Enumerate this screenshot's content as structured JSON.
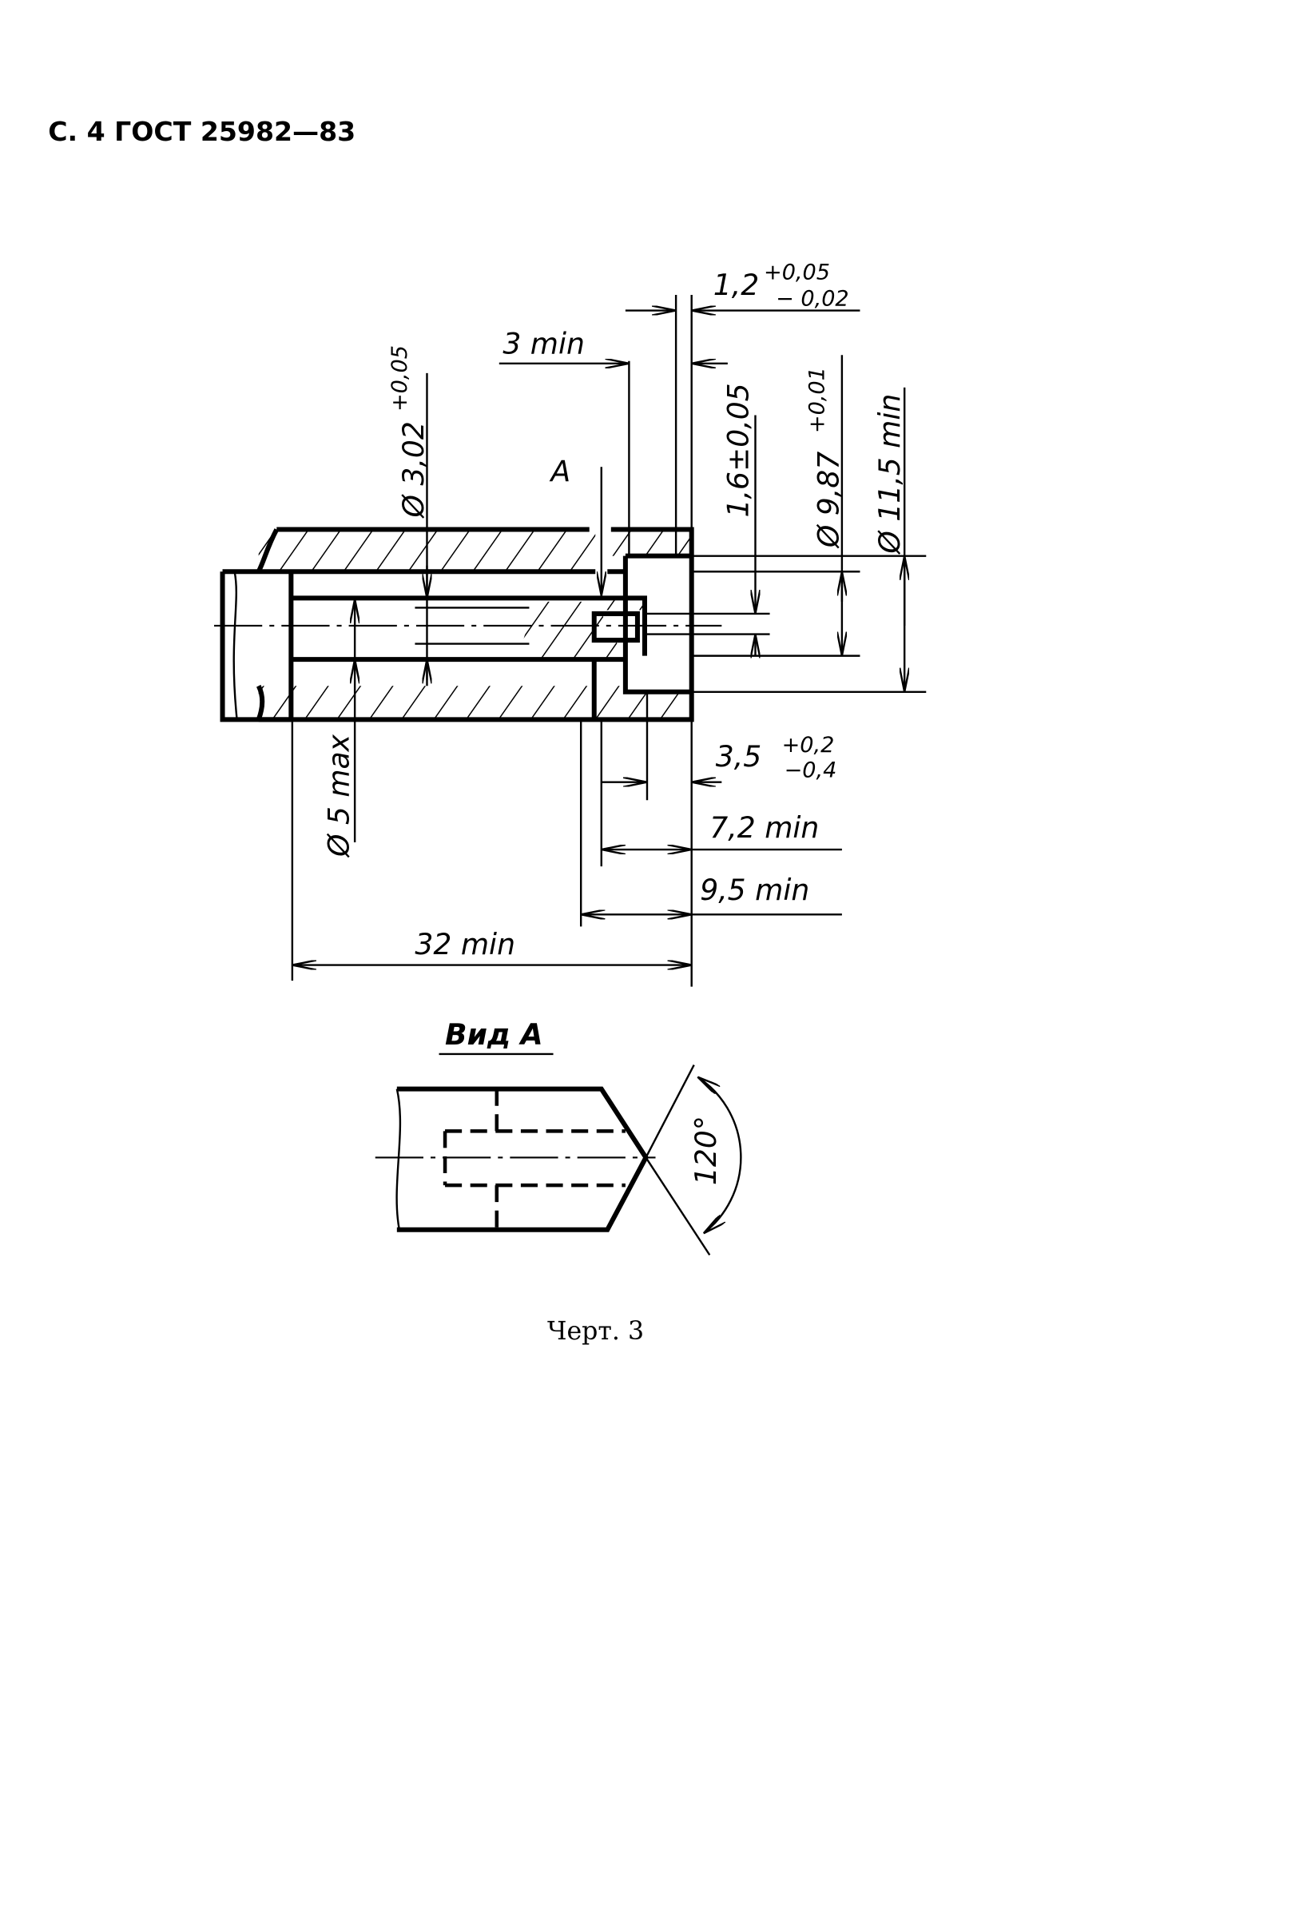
{
  "header": {
    "text": "С. 4 ГОСТ 25982—83"
  },
  "section_view": {
    "label_a": "А",
    "dimensions": {
      "d_3_02": {
        "value": "Ø 3,02",
        "tol": "+0,05"
      },
      "w_1_2": {
        "value": "1,2",
        "tol_upper": "+0,05",
        "tol_lower": "− 0,02"
      },
      "w_3min": {
        "value": "3 min"
      },
      "h_1_6": {
        "value": "1,6±0,05"
      },
      "d_9_87": {
        "value": "Ø 9,87",
        "tol": "+0,01"
      },
      "d_11_5": {
        "value": "Ø 11,5 min"
      },
      "d_5max": {
        "value": "Ø 5 max"
      },
      "l_3_5": {
        "value": "3,5",
        "tol_upper": "+0,2",
        "tol_lower": "−0,4"
      },
      "l_7_2": {
        "value": "7,2 min"
      },
      "l_9_5": {
        "value": "9,5 min"
      },
      "l_32": {
        "value": "32 min"
      }
    }
  },
  "view_a": {
    "title": "Вид А",
    "angle": "120°"
  },
  "caption": "Черт. 3"
}
